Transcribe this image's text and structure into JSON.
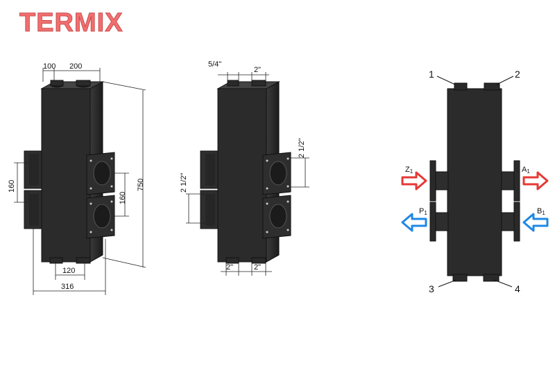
{
  "logo": {
    "text": "TERMIX"
  },
  "drawing1": {
    "dims": {
      "d100": "100",
      "d200": "200",
      "d160a": "160",
      "d160b": "160",
      "d750": "750",
      "d120": "120",
      "d316": "316"
    }
  },
  "drawing2": {
    "dims": {
      "top_left": "5/4\"",
      "top_right": "2\"",
      "side_left": "2 1/2\"",
      "side_right": "2 1/2\"",
      "bottom_left": "2\"",
      "bottom_right": "2\""
    }
  },
  "drawing3": {
    "ports": {
      "p1": "1",
      "p2": "2",
      "p3": "3",
      "p4": "4"
    },
    "flows": {
      "z1": "Z",
      "z1_sub": "1",
      "a1": "A",
      "a1_sub": "1",
      "p1": "P",
      "p1_sub": "1",
      "b1": "B",
      "b1_sub": "1"
    }
  },
  "colors": {
    "hot": "#e53935",
    "cold": "#1e88e5",
    "body": "#2b2b2b",
    "logo": "#f26f6f"
  }
}
